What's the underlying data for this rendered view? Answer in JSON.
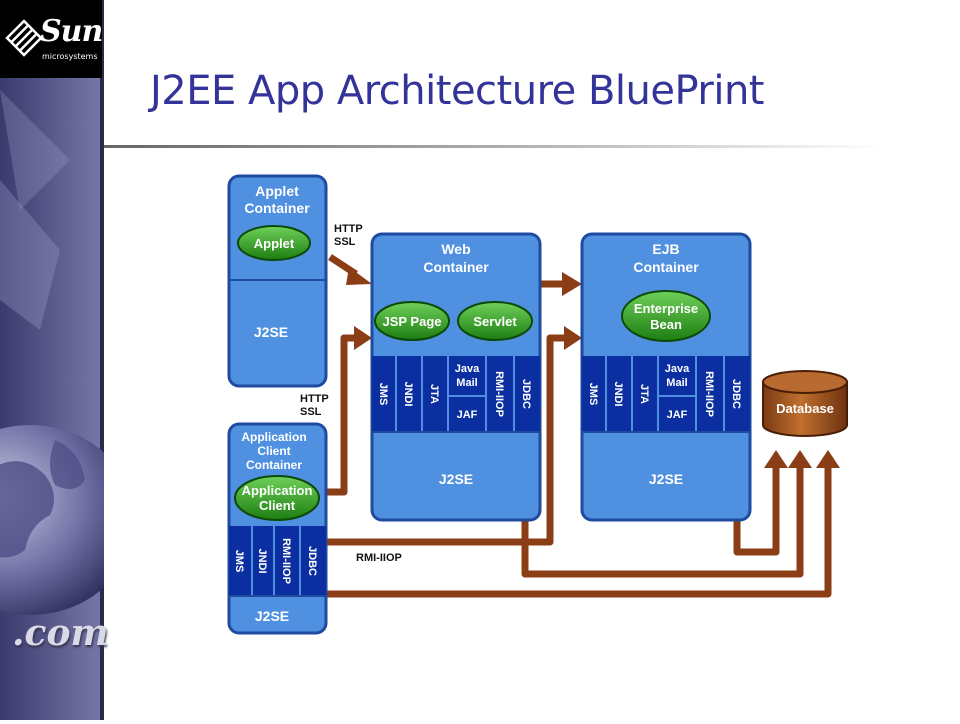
{
  "brand": {
    "logo_text": "Sun",
    "logo_subtext": "microsystems",
    "web_suffix": ".com"
  },
  "slide": {
    "title": "J2EE App Architecture BluePrint"
  },
  "colors": {
    "title": "#333399",
    "container_fill": "#4f90e0",
    "api_fill": "#0b2fa0",
    "component_fill": "#2c9a1c",
    "arrow": "#8b3d16",
    "database": "#9a4e20"
  },
  "diagram": {
    "applet_container": {
      "title_line1": "Applet",
      "title_line2": "Container",
      "component": "Applet",
      "platform": "J2SE"
    },
    "web_container": {
      "title_line1": "Web",
      "title_line2": "Container",
      "components": [
        "JSP Page",
        "Servlet"
      ],
      "apis": {
        "jms": "JMS",
        "jndi": "JNDI",
        "jta": "JTA",
        "java_mail_1": "Java",
        "java_mail_2": "Mail",
        "jaf": "JAF",
        "rmi_iiop": "RMI-IIOP",
        "jdbc": "JDBC"
      },
      "platform": "J2SE"
    },
    "ejb_container": {
      "title_line1": "EJB",
      "title_line2": "Container",
      "component_line1": "Enterprise",
      "component_line2": "Bean",
      "apis": {
        "jms": "JMS",
        "jndi": "JNDI",
        "jta": "JTA",
        "java_mail_1": "Java",
        "java_mail_2": "Mail",
        "jaf": "JAF",
        "rmi_iiop": "RMI-IIOP",
        "jdbc": "JDBC"
      },
      "platform": "J2SE"
    },
    "app_client_container": {
      "title_line1": "Application",
      "title_line2": "Client",
      "title_line3": "Container",
      "component_line1": "Application",
      "component_line2": "Client",
      "apis": {
        "jms": "JMS",
        "jndi": "JNDI",
        "rmi_iiop": "RMI-IIOP",
        "jdbc": "JDBC"
      },
      "platform": "J2SE"
    },
    "database": "Database",
    "protocols": {
      "http_1": "HTTP",
      "ssl_1": "SSL",
      "http_2": "HTTP",
      "ssl_2": "SSL",
      "rmi_iiop": "RMI-IIOP"
    }
  }
}
